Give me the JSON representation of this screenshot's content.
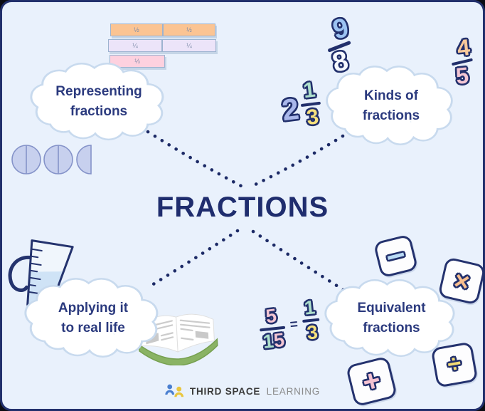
{
  "title": "FRACTIONS",
  "clouds": {
    "top_left": {
      "line1": "Representing",
      "line2": "fractions"
    },
    "top_right": {
      "line1": "Kinds of",
      "line2": "fractions"
    },
    "bottom_left": {
      "line1": "Applying it",
      "line2": "to real life"
    },
    "bottom_right": {
      "line1": "Equivalent",
      "line2": "fractions"
    }
  },
  "fraction_bars": {
    "row1": [
      "½",
      "½"
    ],
    "row2": [
      "¼",
      "¼"
    ],
    "row3": [
      "⅓"
    ]
  },
  "decorative_fractions": {
    "nine_eighths": {
      "numerator": "9",
      "denominator": "8"
    },
    "four_fifths": {
      "numerator": "4",
      "denominator": "5"
    },
    "mixed_number": {
      "whole": "2",
      "numerator": "1",
      "denominator": "3"
    },
    "equivalence": {
      "left_numerator": "5",
      "left_den_first": "1",
      "left_den_second": "5",
      "equals": "=",
      "right_numerator": "1",
      "right_denominator": "3"
    }
  },
  "operations": {
    "minus": "−",
    "multiply": "×",
    "divide": "÷",
    "plus": "+"
  },
  "logo": {
    "bold": "THIRD SPACE",
    "light": "LEARNING"
  },
  "colors": {
    "background": "#e9f1fc",
    "navy": "#22306c",
    "cloud_outline": "#c8daee",
    "bar_orange": "#fbc493",
    "bar_lavender": "#ece4f9",
    "bar_pink": "#fdd1df",
    "circle_fill": "#c7d0ee",
    "num_blue": "#9cc3f2",
    "num_white": "#f6f9fe",
    "num_peach": "#f9c99b",
    "num_pink": "#f4c6d4",
    "num_periwinkle": "#a9b7ea",
    "num_teal": "#aee0cc",
    "num_yellow": "#f7e17d",
    "op_blue": "#badbf5",
    "op_orange": "#f9bf8e",
    "op_pink": "#f5c2d1",
    "op_yellow": "#f4dc74",
    "book_green": "#8ab364",
    "logo_blue": "#4a7fd0",
    "logo_yellow": "#e9c63f"
  }
}
